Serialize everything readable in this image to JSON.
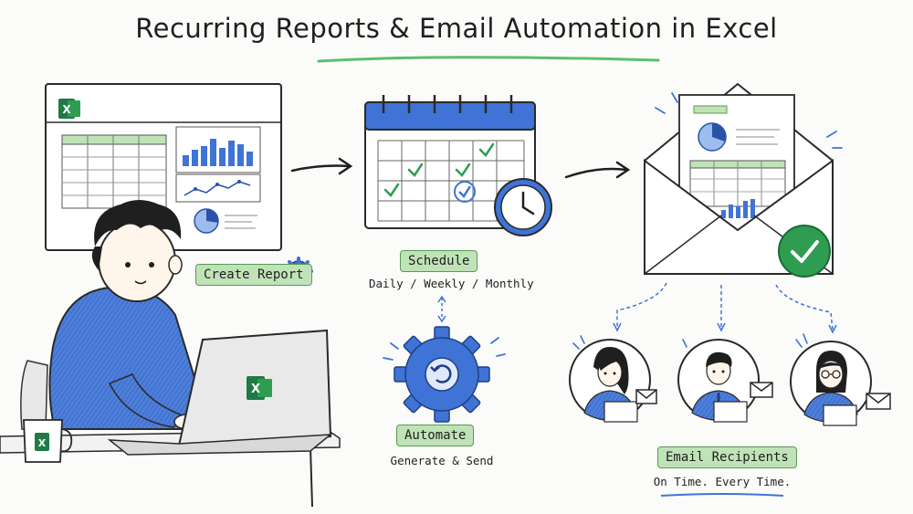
{
  "title": "Recurring Reports & Email Automation in Excel",
  "steps": {
    "create": {
      "label": "Create Report"
    },
    "schedule": {
      "label": "Schedule",
      "caption": "Daily / Weekly / Monthly"
    },
    "automate": {
      "label": "Automate",
      "caption": "Generate & Send"
    },
    "recipients": {
      "label": "Email Recipients",
      "caption": "On Time. Every Time."
    }
  },
  "icons": {
    "excel_logo": "X"
  },
  "colors": {
    "excel_green": "#1f7a45",
    "accent_blue": "#3f74d6",
    "label_green": "#bfe3b6",
    "check_green": "#2e9d52"
  }
}
